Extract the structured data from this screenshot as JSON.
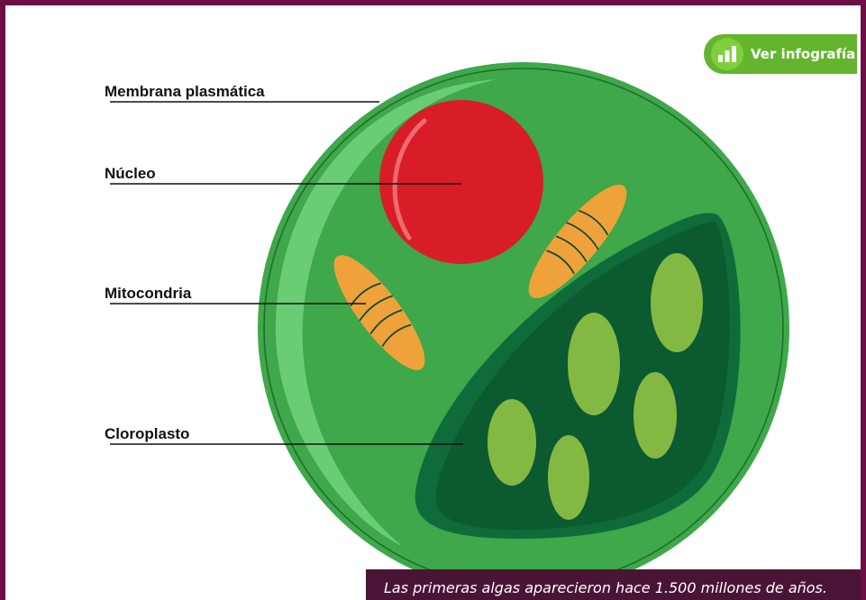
{
  "labels": {
    "membrane": "Membrana plasmática",
    "nucleus": "Núcleo",
    "mitochondria": "Mitocondria",
    "chloroplast": "Cloroplasto"
  },
  "button": {
    "label": "Ver infografía",
    "icon": "bar-chart-icon"
  },
  "caption": "Las primeras algas aparecieron hace 1.500 millones de años.",
  "colors": {
    "frame": "#6b0f45",
    "cell": "#3ea84a",
    "membrane_highlight": "#6fd07a",
    "nucleus": "#d91d28",
    "mitochondria": "#f0a23a",
    "chloroplast": "#0f6b3a",
    "thylakoid": "#83b843",
    "button": "#63b52e",
    "caption_bg": "#4a1436"
  }
}
